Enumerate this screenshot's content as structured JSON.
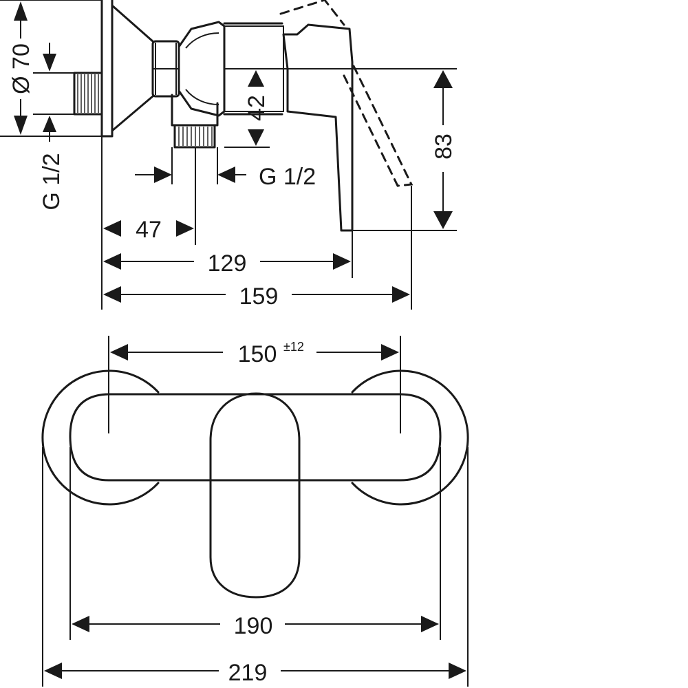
{
  "side_view": {
    "dim_diameter": "Ø 70",
    "dim_thread_left": "G 1/2",
    "dim_height_42": "42",
    "dim_height_83": "83",
    "dim_thread_bottom": "G 1/2",
    "dim_47": "47",
    "dim_129": "129",
    "dim_159": "159"
  },
  "top_view": {
    "dim_150": "150",
    "dim_150_tolerance": "±12",
    "dim_190": "190",
    "dim_219": "219"
  }
}
